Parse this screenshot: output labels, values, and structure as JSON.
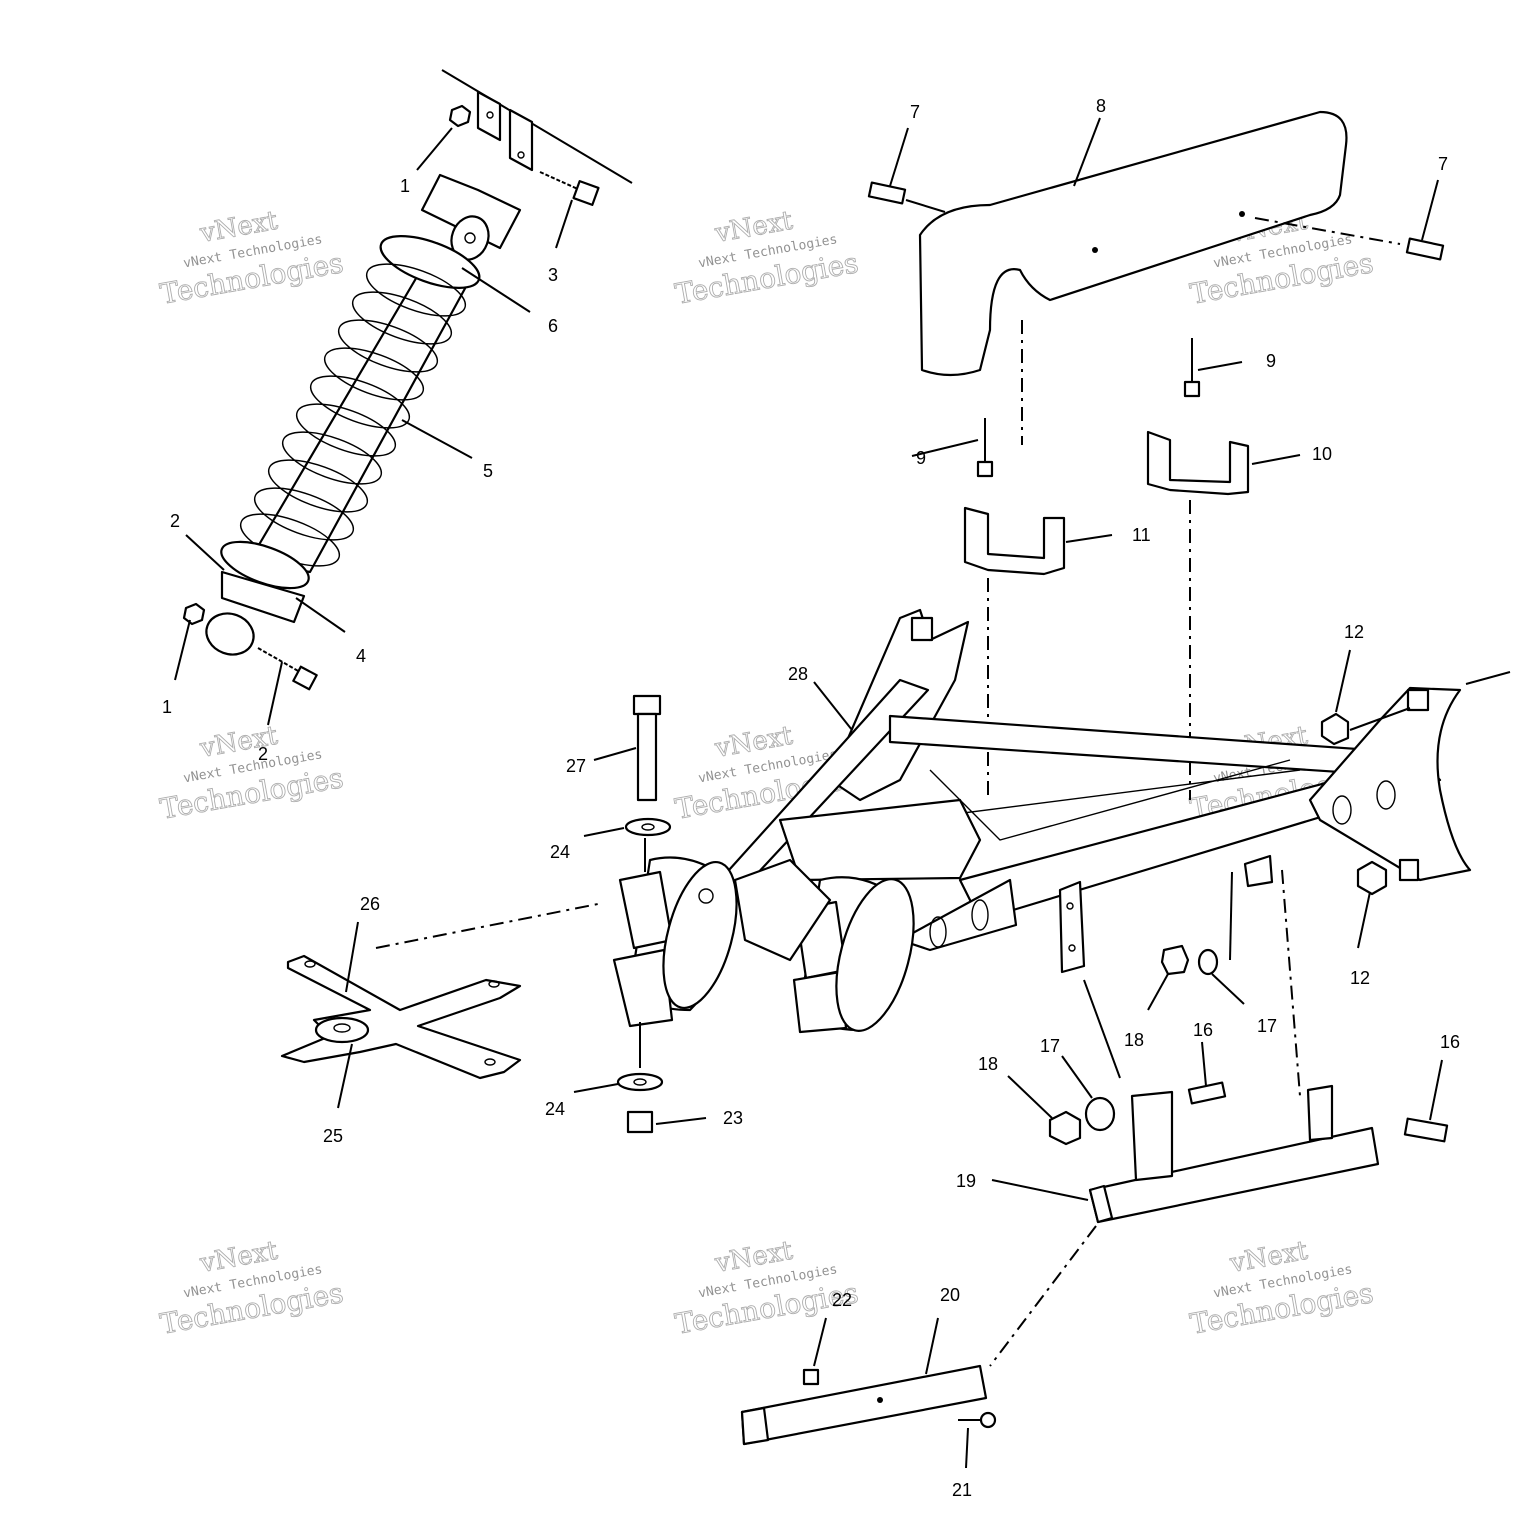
{
  "watermark": {
    "line1": "vNext",
    "line2": "vNext Technologies",
    "line3": "Technologies"
  },
  "callouts": [
    {
      "id": "c1a",
      "text": "1"
    },
    {
      "id": "c3",
      "text": "3"
    },
    {
      "id": "c6",
      "text": "6"
    },
    {
      "id": "c5",
      "text": "5"
    },
    {
      "id": "c2",
      "text": "2"
    },
    {
      "id": "c4",
      "text": "4"
    },
    {
      "id": "c1b",
      "text": "1"
    },
    {
      "id": "c2b",
      "text": "2"
    },
    {
      "id": "c7a",
      "text": "7"
    },
    {
      "id": "c8",
      "text": "8"
    },
    {
      "id": "c7b",
      "text": "7"
    },
    {
      "id": "c9a",
      "text": "9"
    },
    {
      "id": "c9b",
      "text": "9"
    },
    {
      "id": "c10",
      "text": "10"
    },
    {
      "id": "c11",
      "text": "11"
    },
    {
      "id": "c12a",
      "text": "12"
    },
    {
      "id": "c12b",
      "text": "12"
    },
    {
      "id": "c28",
      "text": "28"
    },
    {
      "id": "c27",
      "text": "27"
    },
    {
      "id": "c24a",
      "text": "24"
    },
    {
      "id": "c26",
      "text": "26"
    },
    {
      "id": "c25",
      "text": "25"
    },
    {
      "id": "c24b",
      "text": "24"
    },
    {
      "id": "c23",
      "text": "23"
    },
    {
      "id": "c18a",
      "text": "18"
    },
    {
      "id": "c17a",
      "text": "17"
    },
    {
      "id": "c16a",
      "text": "16"
    },
    {
      "id": "c17b",
      "text": "17"
    },
    {
      "id": "c18b",
      "text": "18"
    },
    {
      "id": "c16b",
      "text": "16"
    },
    {
      "id": "c19",
      "text": "19"
    },
    {
      "id": "c22",
      "text": "22"
    },
    {
      "id": "c20",
      "text": "20"
    },
    {
      "id": "c21",
      "text": "21"
    }
  ]
}
